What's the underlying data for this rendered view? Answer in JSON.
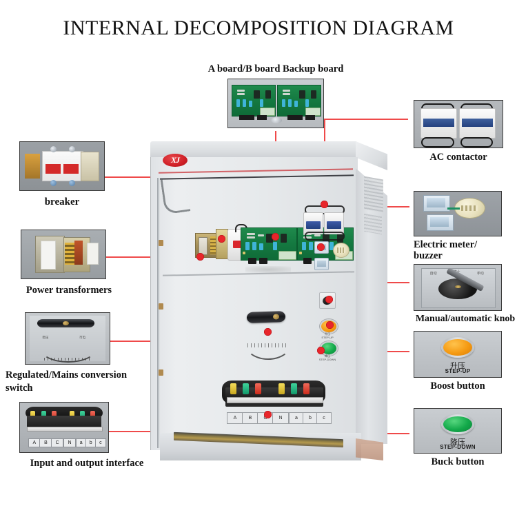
{
  "page": {
    "title": "INTERNAL DECOMPOSITION DIAGRAM"
  },
  "cabinet": {
    "brand_logo": "XJ",
    "door": {
      "step_up_cn": "升压",
      "step_up_en": "STEP-UP",
      "step_down_cn": "降压",
      "step_down_en": "STEP-DOWN"
    },
    "terminal_labels_input": [
      "A",
      "B",
      "C"
    ],
    "terminal_label_neutral": "N",
    "terminal_labels_output": [
      "a",
      "b",
      "c"
    ]
  },
  "callouts": [
    {
      "id": "backup-board",
      "label": "A board/B board Backup board",
      "position": "top-center"
    },
    {
      "id": "ac-contactor",
      "label": "AC contactor",
      "position": "right-1"
    },
    {
      "id": "electric-meter-buzzer",
      "label_line1": "Electric meter/",
      "label_line2": "buzzer",
      "position": "right-2"
    },
    {
      "id": "manual-automatic-knob",
      "label": "Manual/automatic knob",
      "position": "right-3",
      "knob_marks": [
        "自动",
        "停止",
        "手动"
      ]
    },
    {
      "id": "boost-button",
      "label": "Boost button",
      "button_cn": "升压",
      "button_en": "STEP-UP",
      "color": "#f59a12",
      "position": "right-4"
    },
    {
      "id": "buck-button",
      "label": "Buck button",
      "button_cn": "降压",
      "button_en": "STEP-DOWN",
      "color": "#13a94a",
      "position": "right-5"
    },
    {
      "id": "breaker",
      "label": "breaker",
      "position": "left-1"
    },
    {
      "id": "power-transformers",
      "label": "Power transformers",
      "position": "left-2"
    },
    {
      "id": "regulated-mains-switch",
      "label_line1": "Regulated/Mains conversion",
      "label_line2": "switch",
      "position": "left-3"
    },
    {
      "id": "input-output-interface",
      "label": "Input and output interface",
      "position": "left-4"
    }
  ],
  "colors": {
    "leader_line": "#ef4a4a",
    "marker_dot": "#e8262b",
    "background": "#ffffff",
    "title_text": "#111111",
    "cabinet_body": "#e6e9eb",
    "pcb_green": "#157a41",
    "logo_red": "#cf1f26"
  }
}
